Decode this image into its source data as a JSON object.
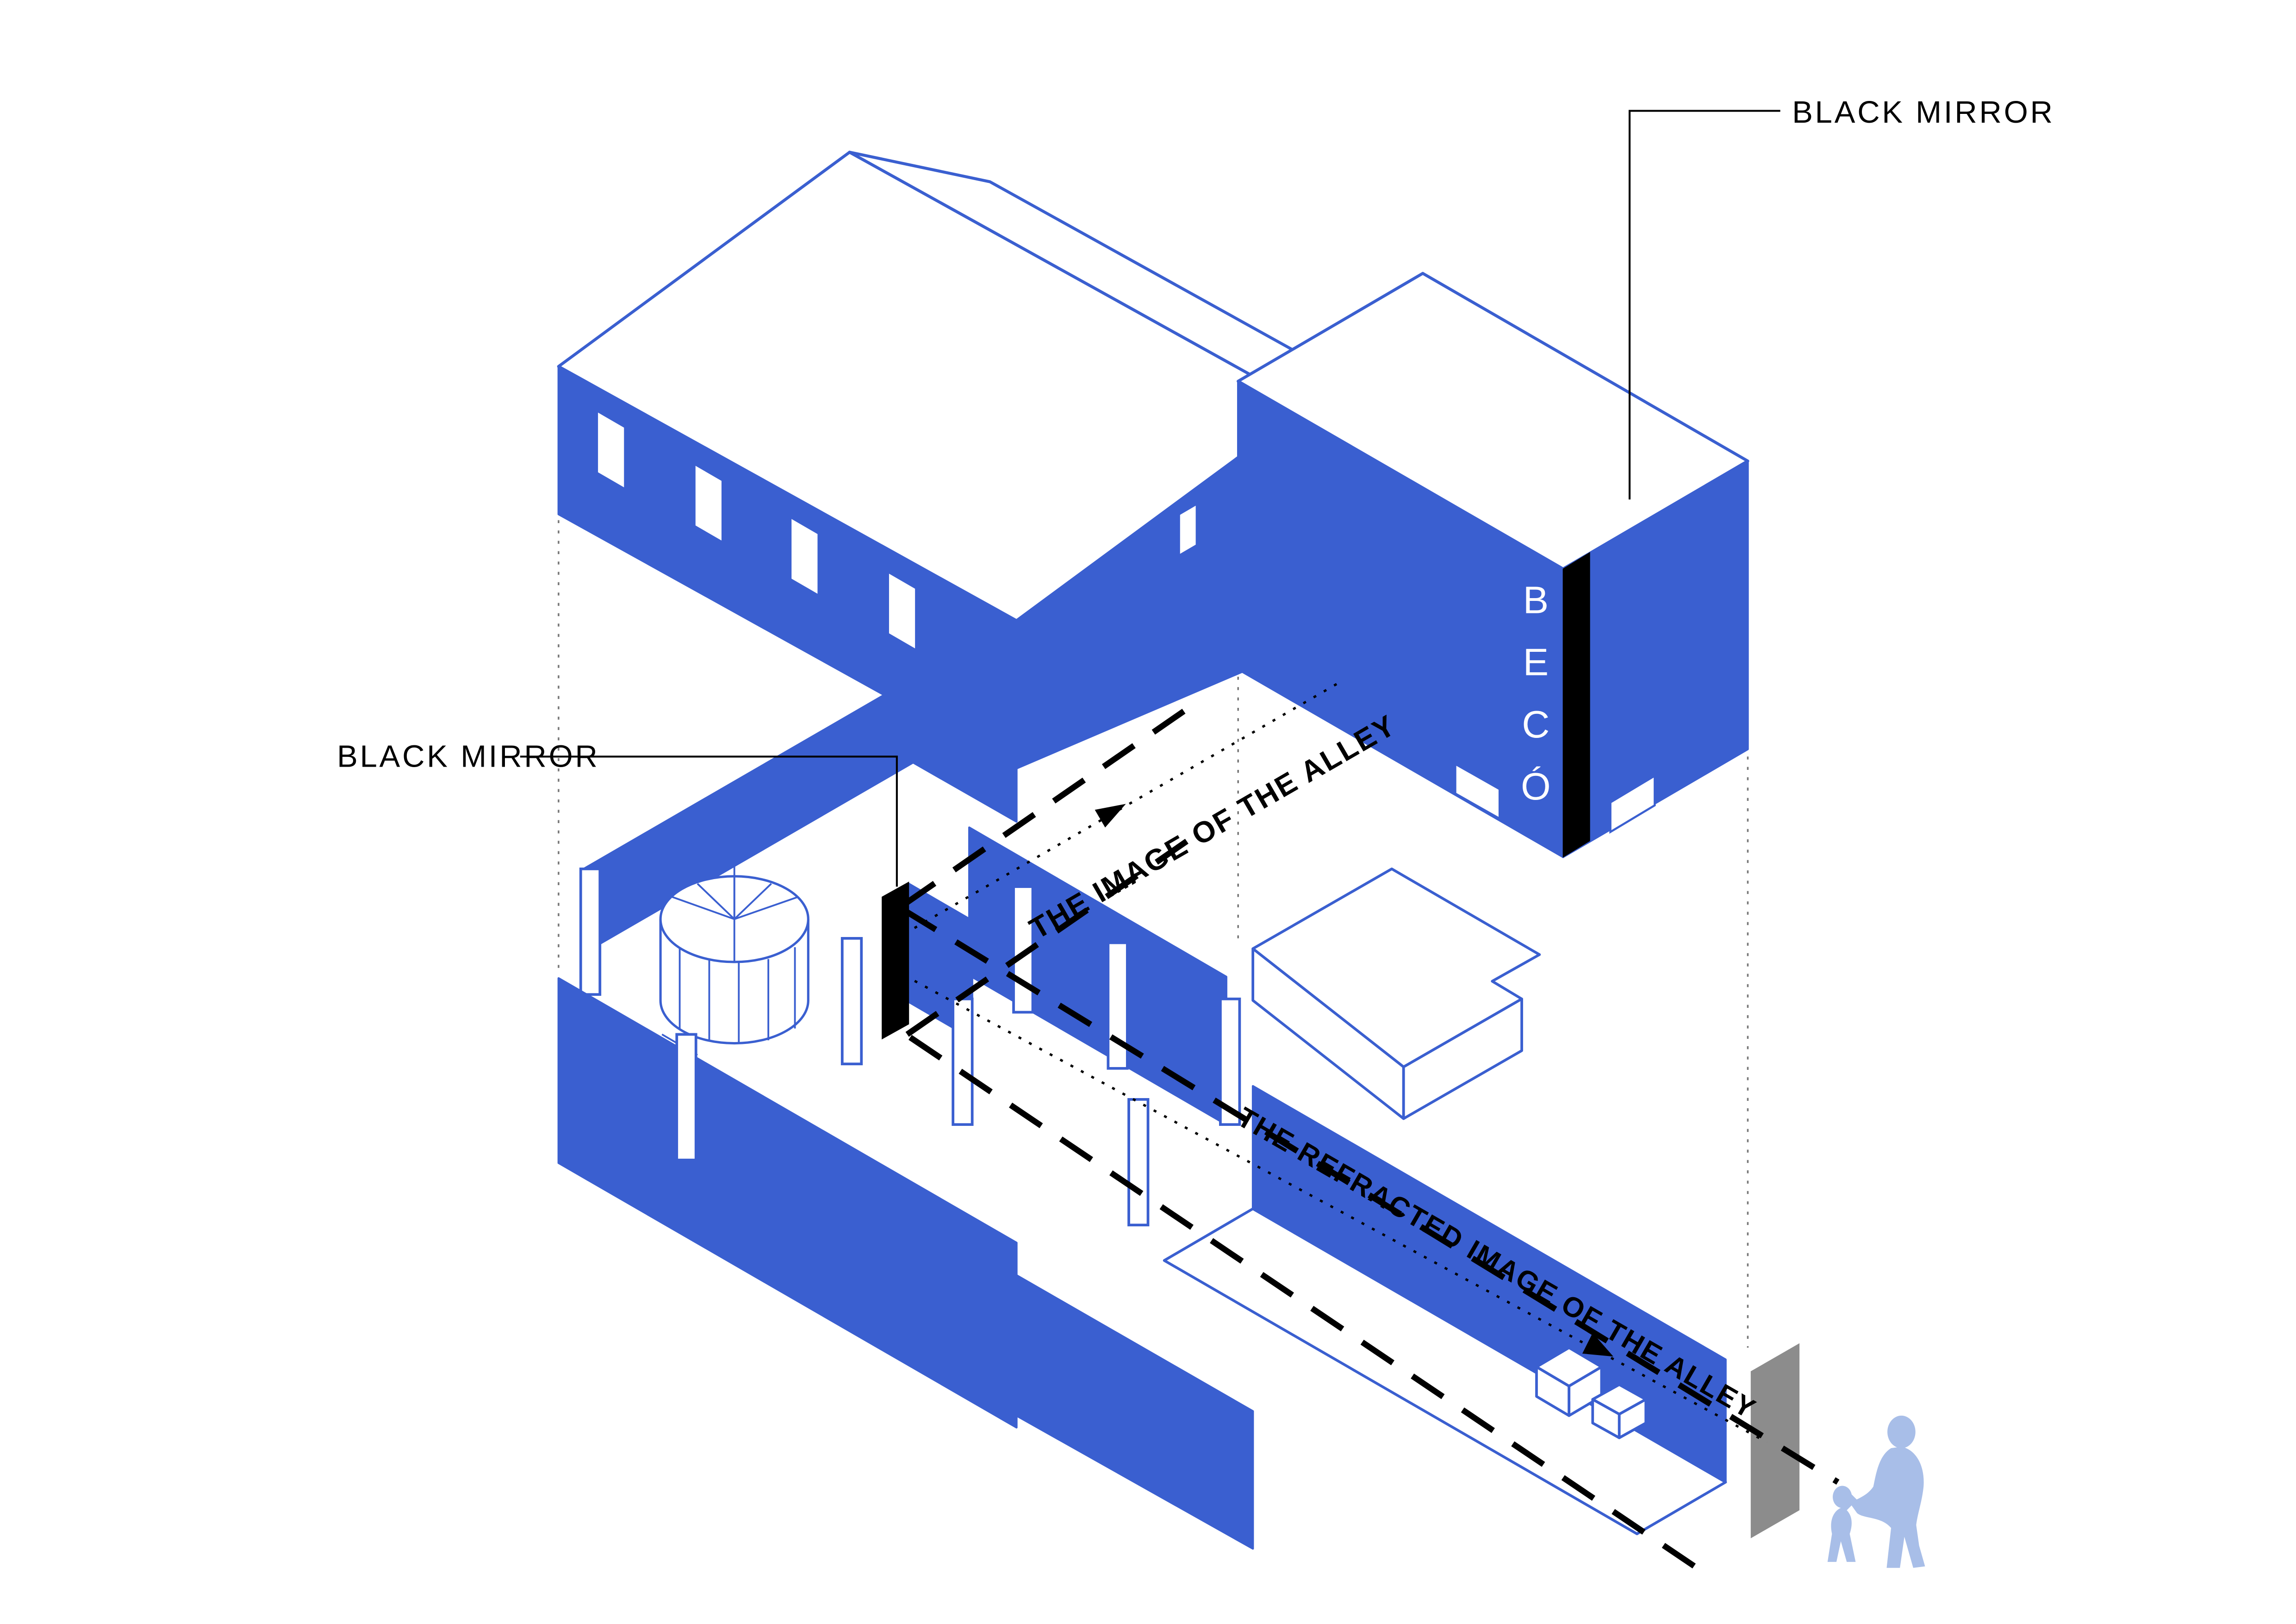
{
  "colors": {
    "blue": "#3A5FD0",
    "light_blue": "#A8BEE8",
    "gray": "#8C8C8C",
    "black": "#000000",
    "white": "#FFFFFF"
  },
  "annotations": {
    "black_mirror_top": {
      "label": "BLACK MIRROR"
    },
    "black_mirror_interior": {
      "label": "BLACK MIRROR"
    },
    "ray_labels": {
      "image_of_alley": "THE IMAGE OF THE ALLEY",
      "refracted_image_of_alley": "THE REFRACTED IMAGE OF THE ALLEY"
    }
  },
  "signage": {
    "beco_letters": [
      "B",
      "E",
      "C",
      "Ó"
    ]
  }
}
